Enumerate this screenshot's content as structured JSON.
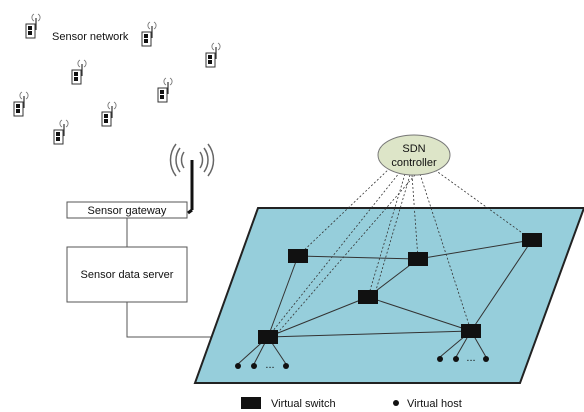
{
  "labels": {
    "sensor_network": "Sensor network",
    "sdn_controller_line1": "SDN",
    "sdn_controller_line2": "controller",
    "sensor_gateway": "Sensor gateway",
    "sensor_data_server": "Sensor data server",
    "ellipsis_left": "...",
    "ellipsis_right": "..."
  },
  "legend": {
    "virtual_switch": "Virtual switch",
    "virtual_host": "Virtual host"
  },
  "colors": {
    "plane_fill": "#96CEDB",
    "controller_fill": "#DDE5C8",
    "switch_fill": "#111111",
    "line": "#333333"
  },
  "icons": {
    "sensor": "sensor-node-icon",
    "antenna": "antenna-icon",
    "switch": "virtual-switch-icon",
    "host": "virtual-host-icon"
  }
}
